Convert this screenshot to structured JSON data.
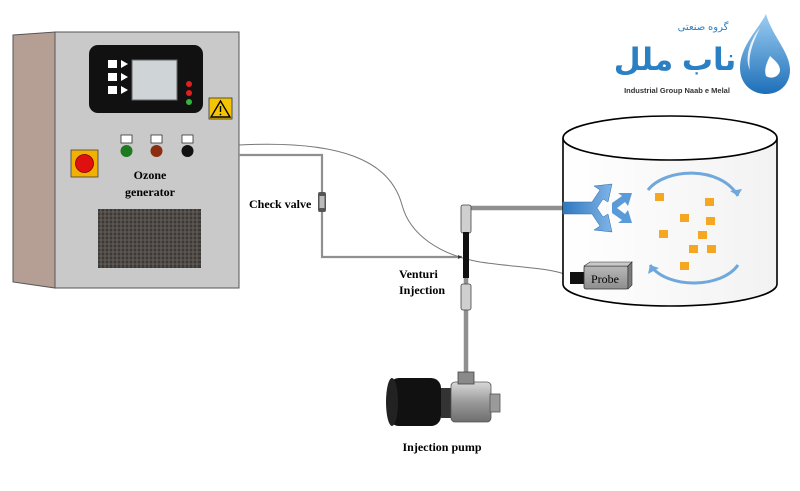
{
  "labels": {
    "ozone_line1": "Ozone",
    "ozone_line2": "generator",
    "check_valve": "Check valve",
    "venturi_line1": "Venturi",
    "venturi_line2": "Injection",
    "injection_pump": "Injection pump",
    "probe": "Probe"
  },
  "logo": {
    "persian_top": "گروه صنعتی",
    "persian_main": "ناب ملل",
    "english": "Industrial Group Naab e Melal"
  },
  "colors": {
    "cabinet_front": "#c9c9c9",
    "cabinet_side": "#b59f94",
    "pipe": "#909090",
    "flow_arrow": "#4a8fd0",
    "particle": "#f5a623",
    "logo_blue": "#2b7fc3"
  }
}
